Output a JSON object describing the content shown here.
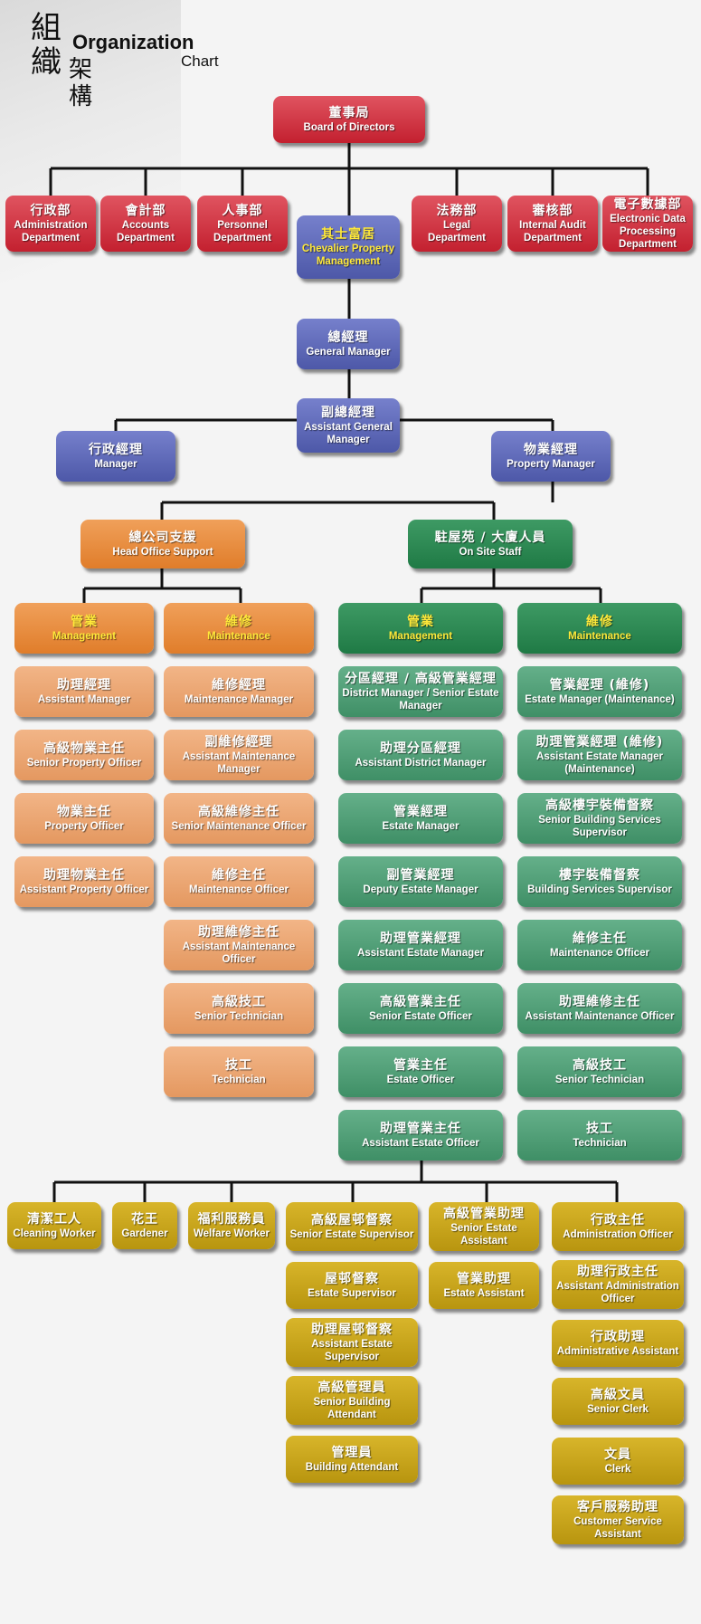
{
  "title": {
    "zh_part1": "組",
    "zh_part2": "織",
    "zh_part3": "架",
    "zh_part4": "構",
    "en_line1": "Organization",
    "en_line2": "Chart"
  },
  "nodes": {
    "board": {
      "zh": "董事局",
      "en": "Board of Directors"
    },
    "admin_dept": {
      "zh": "行政部",
      "en": "Administration Department"
    },
    "accounts_dept": {
      "zh": "會計部",
      "en": "Accounts Department"
    },
    "personnel_dept": {
      "zh": "人事部",
      "en": "Personnel Department"
    },
    "chevalier": {
      "zh": "其士富居",
      "en": "Chevalier Property Management"
    },
    "legal_dept": {
      "zh": "法務部",
      "en": "Legal Department"
    },
    "audit_dept": {
      "zh": "審核部",
      "en": "Internal Audit Department"
    },
    "edp_dept": {
      "zh": "電子數據部",
      "en": "Electronic Data Processing Department"
    },
    "gm": {
      "zh": "總經理",
      "en": "General Manager"
    },
    "agm": {
      "zh": "副總經理",
      "en": "Assistant General Manager"
    },
    "admin_manager": {
      "zh": "行政經理",
      "en": "Manager"
    },
    "property_manager": {
      "zh": "物業經理",
      "en": "Property Manager"
    },
    "head_office_support": {
      "zh": "總公司支援",
      "en": "Head Office Support"
    },
    "on_site_staff": {
      "zh": "駐屋苑 / 大廈人員",
      "en": "On Site Staff"
    },
    "ho_management": {
      "zh": "管業",
      "en": "Management"
    },
    "ho_maintenance": {
      "zh": "維修",
      "en": "Maintenance"
    },
    "os_management": {
      "zh": "管業",
      "en": "Management"
    },
    "os_maintenance": {
      "zh": "維修",
      "en": "Maintenance"
    }
  },
  "ho_management_roles": [
    {
      "zh": "助理經理",
      "en": "Assistant Manager"
    },
    {
      "zh": "高級物業主任",
      "en": "Senior Property Officer"
    },
    {
      "zh": "物業主任",
      "en": "Property Officer"
    },
    {
      "zh": "助理物業主任",
      "en": "Assistant Property Officer"
    }
  ],
  "ho_maintenance_roles": [
    {
      "zh": "維修經理",
      "en": "Maintenance Manager"
    },
    {
      "zh": "副維修經理",
      "en": "Assistant Maintenance Manager"
    },
    {
      "zh": "高級維修主任",
      "en": "Senior Maintenance Officer"
    },
    {
      "zh": "維修主任",
      "en": "Maintenance Officer"
    },
    {
      "zh": "助理維修主任",
      "en": "Assistant Maintenance Officer"
    },
    {
      "zh": "高級技工",
      "en": "Senior Technician"
    },
    {
      "zh": "技工",
      "en": "Technician"
    }
  ],
  "os_management_roles": [
    {
      "zh": "分區經理 / 高級管業經理",
      "en": "District Manager / Senior Estate Manager"
    },
    {
      "zh": "助理分區經理",
      "en": "Assistant District Manager"
    },
    {
      "zh": "管業經理",
      "en": "Estate Manager"
    },
    {
      "zh": "副管業經理",
      "en": "Deputy Estate Manager"
    },
    {
      "zh": "助理管業經理",
      "en": "Assistant Estate Manager"
    },
    {
      "zh": "高級管業主任",
      "en": "Senior Estate Officer"
    },
    {
      "zh": "管業主任",
      "en": "Estate Officer"
    },
    {
      "zh": "助理管業主任",
      "en": "Assistant Estate Officer"
    }
  ],
  "os_maintenance_roles": [
    {
      "zh": "管業經理 (維修)",
      "en": "Estate Manager (Maintenance)"
    },
    {
      "zh": "助理管業經理 (維修)",
      "en": "Assistant Estate Manager (Maintenance)"
    },
    {
      "zh": "高級樓宇裝備督察",
      "en": "Senior Building Services Supervisor"
    },
    {
      "zh": "樓宇裝備督察",
      "en": "Building Services Supervisor"
    },
    {
      "zh": "維修主任",
      "en": "Maintenance Officer"
    },
    {
      "zh": "助理維修主任",
      "en": "Assistant Maintenance Officer"
    },
    {
      "zh": "高級技工",
      "en": "Senior Technician"
    },
    {
      "zh": "技工",
      "en": "Technician"
    }
  ],
  "bottom_singles": [
    {
      "zh": "清潔工人",
      "en": "Cleaning Worker"
    },
    {
      "zh": "花王",
      "en": "Gardener"
    },
    {
      "zh": "福利服務員",
      "en": "Welfare Worker"
    }
  ],
  "estate_supervisor_chain": [
    {
      "zh": "高級屋邨督察",
      "en": "Senior Estate Supervisor"
    },
    {
      "zh": "屋邨督察",
      "en": "Estate Supervisor"
    },
    {
      "zh": "助理屋邨督察",
      "en": "Assistant Estate Supervisor"
    },
    {
      "zh": "高級管理員",
      "en": "Senior Building Attendant"
    },
    {
      "zh": "管理員",
      "en": "Building Attendant"
    }
  ],
  "estate_assistant_chain": [
    {
      "zh": "高級管業助理",
      "en": "Senior Estate Assistant"
    },
    {
      "zh": "管業助理",
      "en": "Estate Assistant"
    }
  ],
  "admin_officer_chain": [
    {
      "zh": "行政主任",
      "en": "Administration Officer"
    },
    {
      "zh": "助理行政主任",
      "en": "Assistant Administration Officer"
    },
    {
      "zh": "行政助理",
      "en": "Administrative Assistant"
    },
    {
      "zh": "高級文員",
      "en": "Senior Clerk"
    },
    {
      "zh": "文員",
      "en": "Clerk"
    },
    {
      "zh": "客戶服務助理",
      "en": "Customer Service Assistant"
    }
  ],
  "colors": {
    "board_red": "#c3202f",
    "manager_blue": "#4d58a8",
    "head_office_orange": "#e07d2a",
    "on_site_green": "#1f7a45",
    "site_staff_gold": "#b8950f",
    "highlight_yellow": "#ffe93a"
  }
}
